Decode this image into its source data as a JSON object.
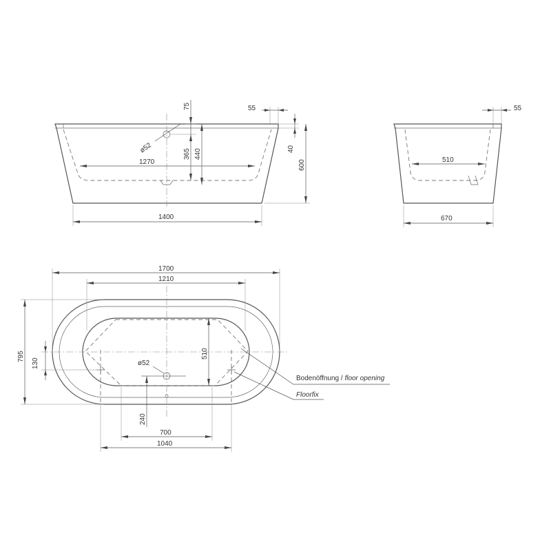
{
  "side_view": {
    "length_1400": "1400",
    "inner_1270": "1270",
    "depth_365": "365",
    "depth_440": "440",
    "overflow_75": "75",
    "drain_dia": "ø52",
    "rim_55": "55",
    "rim_40": "40",
    "height_600": "600"
  },
  "end_view": {
    "rim_55": "55",
    "inner_510": "510",
    "width_670": "670"
  },
  "top_view": {
    "length_1700": "1700",
    "inner_1210": "1210",
    "width_795": "795",
    "offset_130": "130",
    "inner_510": "510",
    "drain_dia": "ø52",
    "offset_240": "240",
    "floor_700": "700",
    "floor_1040": "1040",
    "floor_opening_de": "Bodenöffnung / ",
    "floor_opening_en": "floor opening",
    "floorfix": "Floorfix"
  }
}
